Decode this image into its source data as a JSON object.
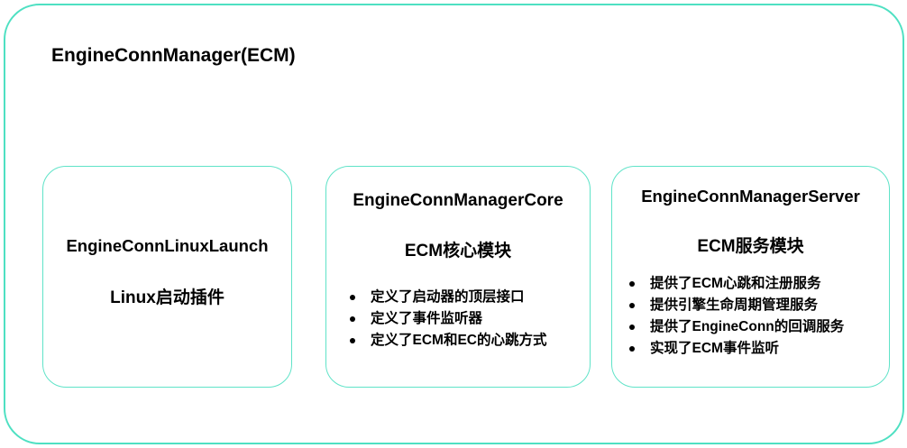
{
  "diagram": {
    "title": "EngineConnManager(ECM)",
    "accent_color": "#4ee0c2",
    "card_border_color": "#5fe3c8",
    "background_color": "#ffffff",
    "text_color": "#000000",
    "bullet_glyph": "•",
    "modules": [
      {
        "name": "EngineConnLinuxLaunch",
        "subtitle": "Linux启动插件",
        "bullets": []
      },
      {
        "name": "EngineConnManagerCore",
        "subtitle": "ECM核心模块",
        "bullets": [
          "定义了启动器的顶层接口",
          "定义了事件监听器",
          "定义了ECM和EC的心跳方式"
        ]
      },
      {
        "name": "EngineConnManagerServer",
        "subtitle": "ECM服务模块",
        "bullets": [
          "提供了ECM心跳和注册服务",
          "提供引擎生命周期管理服务",
          "提供了EngineConn的回调服务",
          "实现了ECM事件监听"
        ]
      }
    ]
  }
}
